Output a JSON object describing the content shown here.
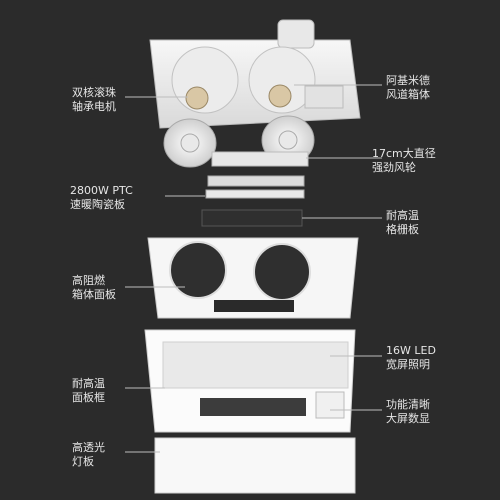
{
  "labels": [
    {
      "id": "motor",
      "line1": "双核滚珠",
      "line2": "轴承电机"
    },
    {
      "id": "duct",
      "line1": "阿基米德",
      "line2": "风道箱体"
    },
    {
      "id": "wheel",
      "line1": "17cm大直径",
      "line2": "强劲风轮"
    },
    {
      "id": "ptc",
      "line1": "2800W PTC",
      "line2": "速暖陶瓷板"
    },
    {
      "id": "grille",
      "line1": "耐高温",
      "line2": "格栅板"
    },
    {
      "id": "panel",
      "line1": "高阻燃",
      "line2": "箱体面板"
    },
    {
      "id": "led",
      "line1": "16W LED",
      "line2": "宽屏照明"
    },
    {
      "id": "frame",
      "line1": "耐高温",
      "line2": "面板框"
    },
    {
      "id": "display",
      "line1": "功能清晰",
      "line2": "大屏数显"
    },
    {
      "id": "lamp",
      "line1": "高透光",
      "line2": "灯板"
    }
  ],
  "colors": {
    "background": "#2b2b2b",
    "text": "#e6e6e6",
    "leader": "#bdbdbd",
    "part_white": "#f4f4f4",
    "part_shadow": "#cfcfcf"
  }
}
